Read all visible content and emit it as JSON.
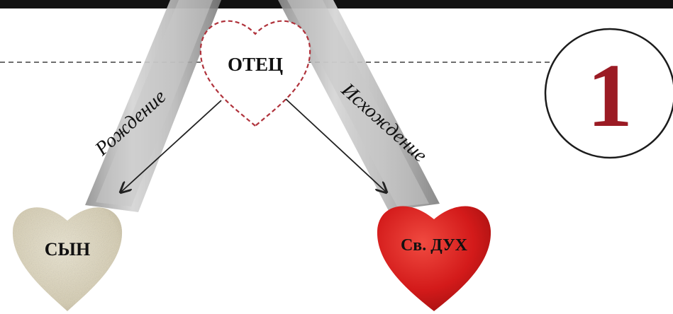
{
  "diagram": {
    "father_label": "ОТЕЦ",
    "son_label": "СЫН",
    "spirit_label": "Св. ДУХ",
    "left_arrow_label": "Рождение",
    "right_arrow_label": "Исхождение",
    "number_badge": "1"
  },
  "colors": {
    "top_bar": "#111111",
    "dashed_line": "#6e6e6e",
    "father_outline": "#b0333c",
    "spirit_heart": "#d31a1a",
    "son_heart": "#d8d0b8",
    "number": "#9b1b24",
    "badge_border": "#1c1c1c",
    "arrow": "#222222",
    "beam": "#a9a9a9"
  }
}
